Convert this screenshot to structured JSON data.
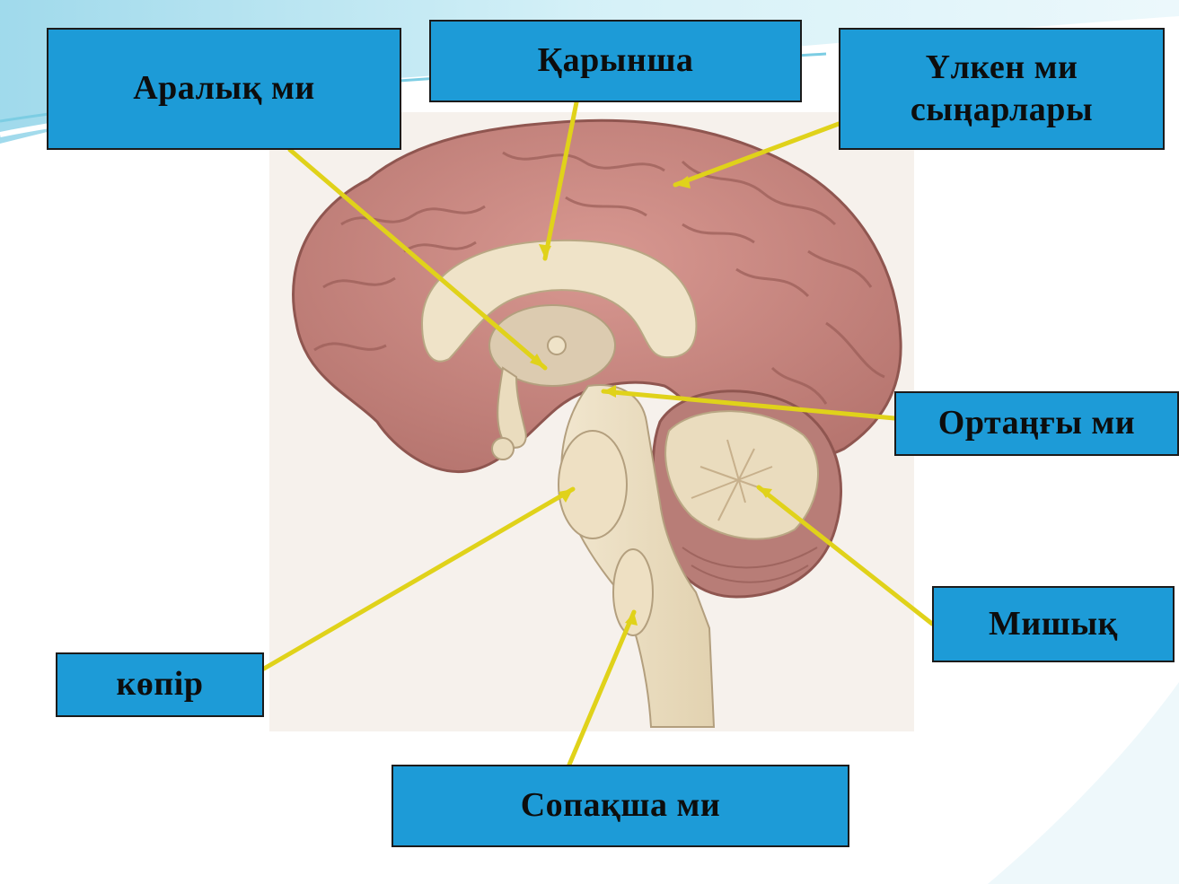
{
  "labels": {
    "diencephalon": "Аралық ми",
    "ventricle": "Қарынша",
    "hemispheres_line1": "Үлкен ми",
    "hemispheres_line2": "сыңарлары",
    "midbrain": "Ортаңғы ми",
    "cerebellum": "Мишық",
    "pons": "көпір",
    "medulla": "Сопақша ми"
  },
  "colors": {
    "label_fill": "#1d9bd7",
    "pointer_line": "#e0d21a",
    "cortex": "#c4857f",
    "white_matter": "#eadcbe",
    "background_swoosh": "#9fd9ea"
  },
  "icons": {
    "illustration": "brain-sagittal-section-illustration"
  }
}
